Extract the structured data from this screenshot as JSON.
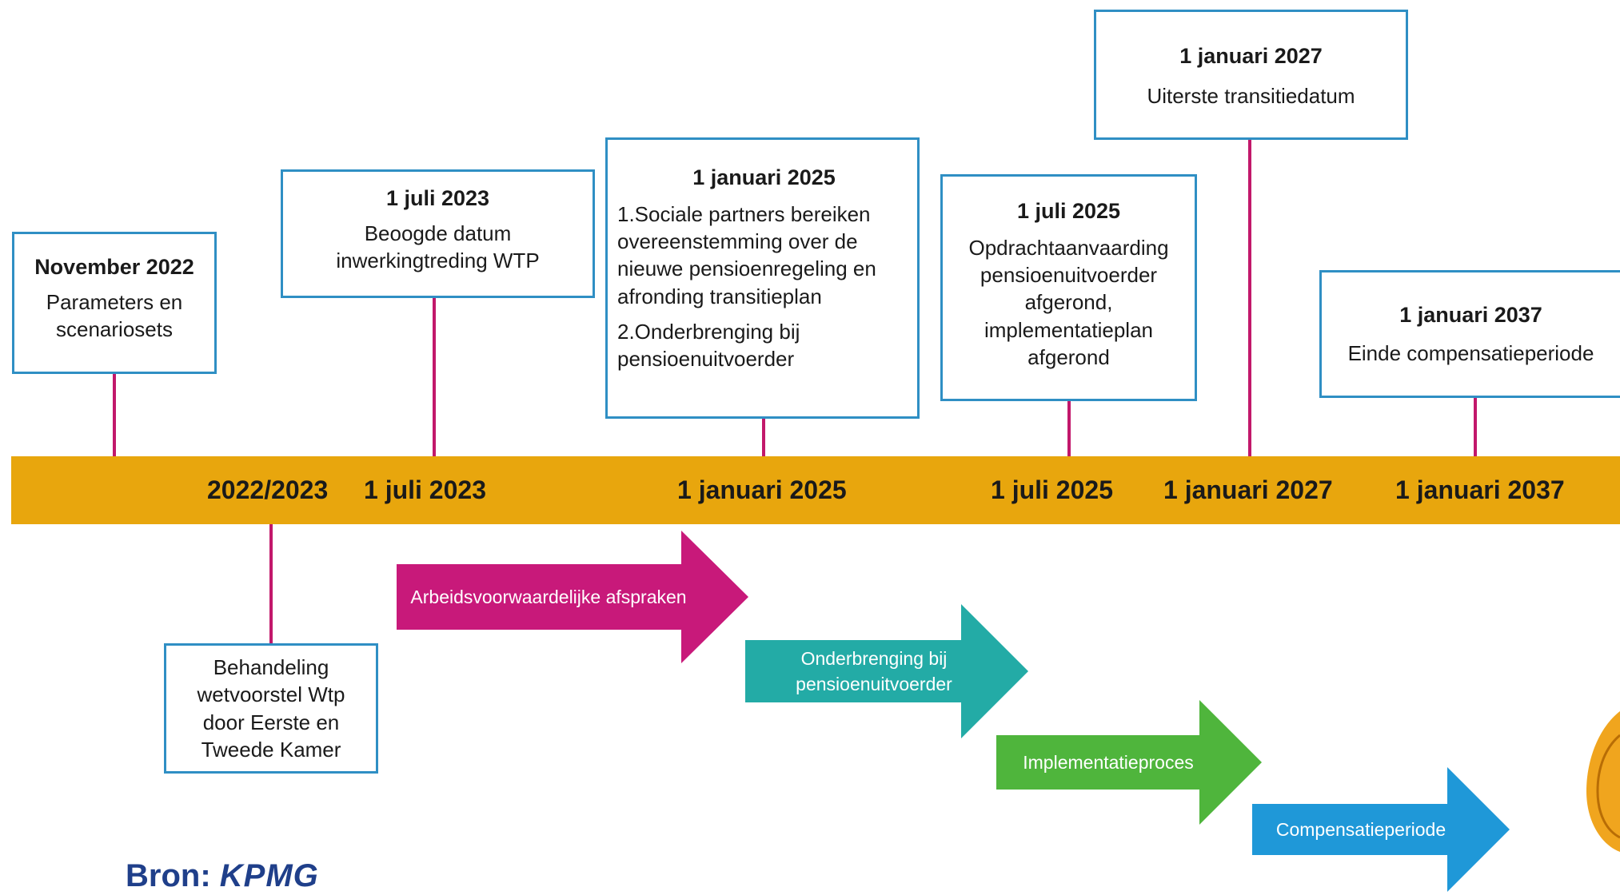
{
  "boxes": {
    "nov2022": {
      "title": "November 2022",
      "lines": [
        "Parameters en",
        "scenariosets"
      ]
    },
    "juli2023": {
      "title": "1 juli 2023",
      "lines": [
        "Beoogde datum",
        "inwerkingtreding WTP"
      ]
    },
    "jan2025": {
      "title": "1 januari 2025",
      "items": [
        "1.Sociale partners bereiken overeenstemming over de nieuwe pensioenregeling en afronding transitieplan",
        "2.Onderbrenging bij pensioenuitvoerder"
      ]
    },
    "juli2025": {
      "title": "1 juli 2025",
      "lines": [
        "Opdrachtaanvaarding",
        "pensioenuitvoerder",
        "afgerond,",
        "implementatieplan",
        "afgerond"
      ]
    },
    "jan2027": {
      "title": "1 januari 2027",
      "lines": [
        "Uiterste transitiedatum"
      ]
    },
    "jan2037": {
      "title": "1 januari 2037",
      "lines": [
        "Einde compensatieperiode"
      ]
    },
    "behandeling": {
      "lines": [
        "Behandeling",
        "wetvoorstel Wtp",
        "door Eerste en",
        "Tweede Kamer"
      ]
    }
  },
  "timeline": {
    "labels": [
      "2022/2023",
      "1 juli 2023",
      "1 januari 2025",
      "1 juli 2025",
      "1 januari 2027",
      "1 januari 2037"
    ]
  },
  "arrows": [
    {
      "label": "Arbeidsvoorwaardelijke afspraken",
      "color": "#c8197a"
    },
    {
      "label": "Onderbrenging  bij pensioenuitvoerder",
      "color": "#23aba6"
    },
    {
      "label": "Implementatieproces",
      "color": "#4fb53c"
    },
    {
      "label": "Compensatieperiode",
      "color": "#1f98d8"
    }
  ],
  "colors": {
    "box_border": "#2f8fc4",
    "band": "#e8a60d",
    "connector": "#c2186b"
  },
  "source": {
    "prefix": "Bron:",
    "logo": "KPMG"
  }
}
